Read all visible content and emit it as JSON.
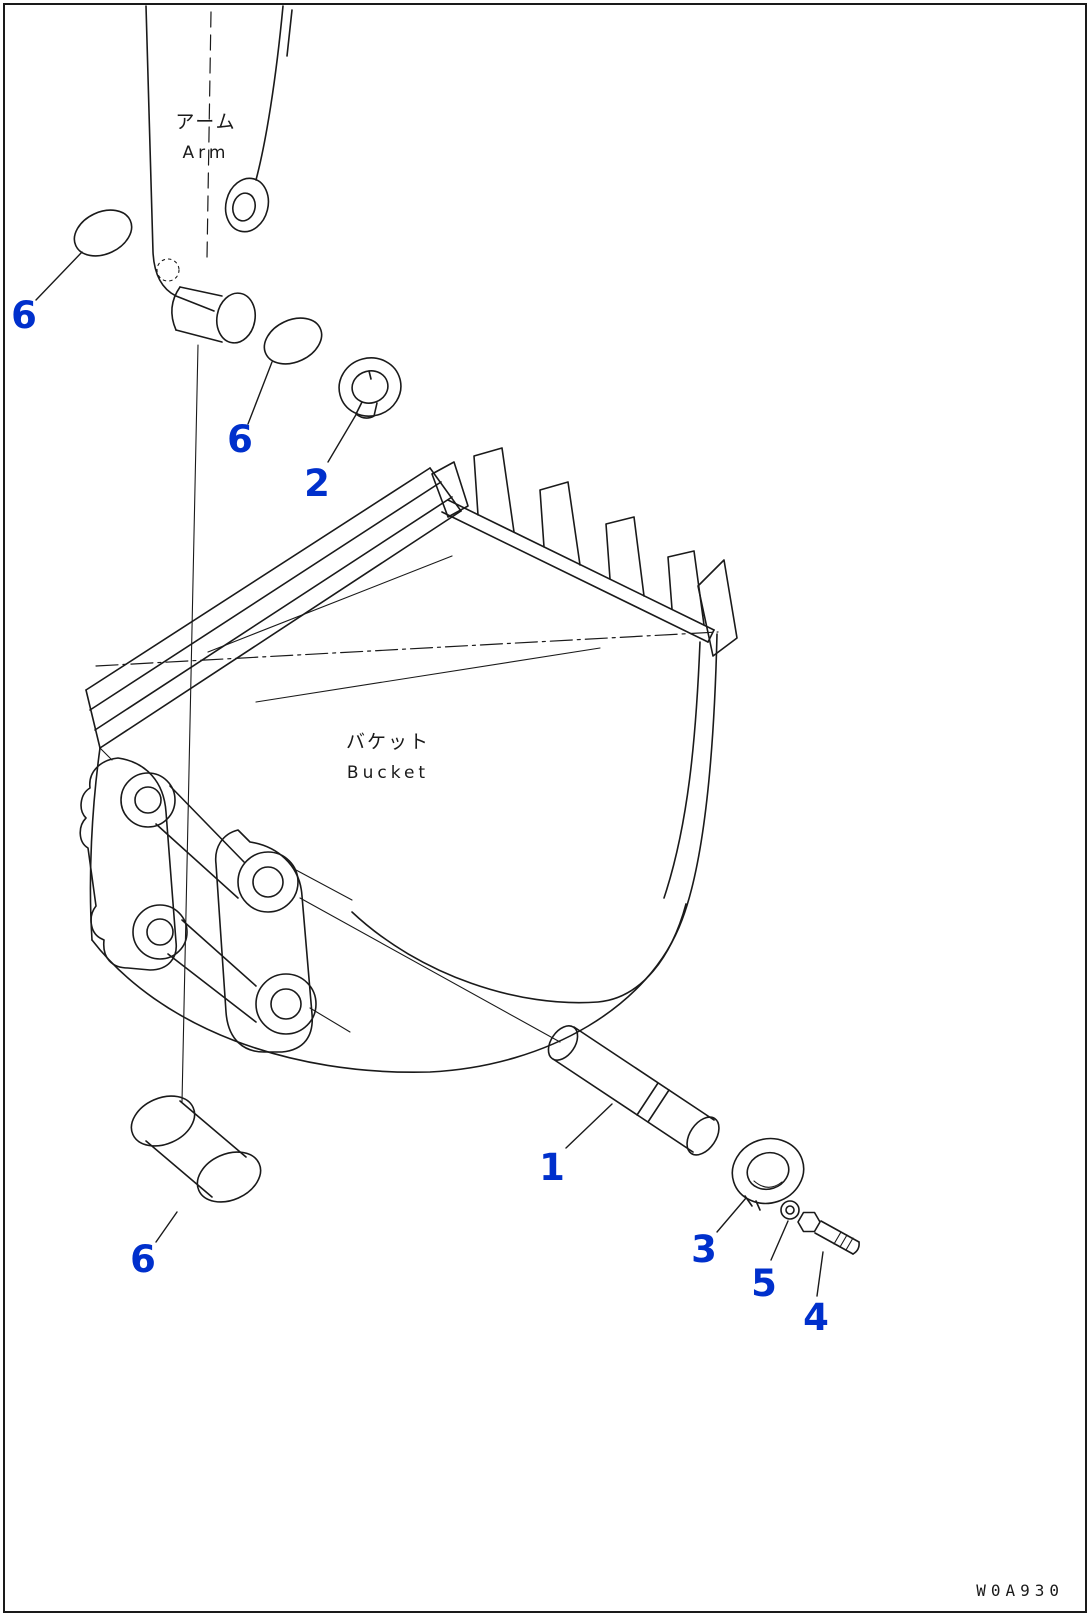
{
  "page": {
    "background": "#ffffff",
    "border_color": "#1a1a1a",
    "drawing_code": "W0A930"
  },
  "diagram": {
    "line_color": "#1a1a1a",
    "callout_color": "#0030cc",
    "arm": {
      "label_jp": "アーム",
      "label_en": "Arm"
    },
    "bucket": {
      "label_jp": "バケット",
      "label_en": "Bucket"
    },
    "callouts": [
      {
        "part": "shim-upper-left",
        "number": "6"
      },
      {
        "part": "shim-upper-right",
        "number": "6"
      },
      {
        "part": "retainer-ring",
        "number": "2"
      },
      {
        "part": "bucket-pin",
        "number": "1"
      },
      {
        "part": "collar",
        "number": "3"
      },
      {
        "part": "washer",
        "number": "5"
      },
      {
        "part": "bolt",
        "number": "4"
      },
      {
        "part": "shim-bottom",
        "number": "6"
      }
    ]
  }
}
